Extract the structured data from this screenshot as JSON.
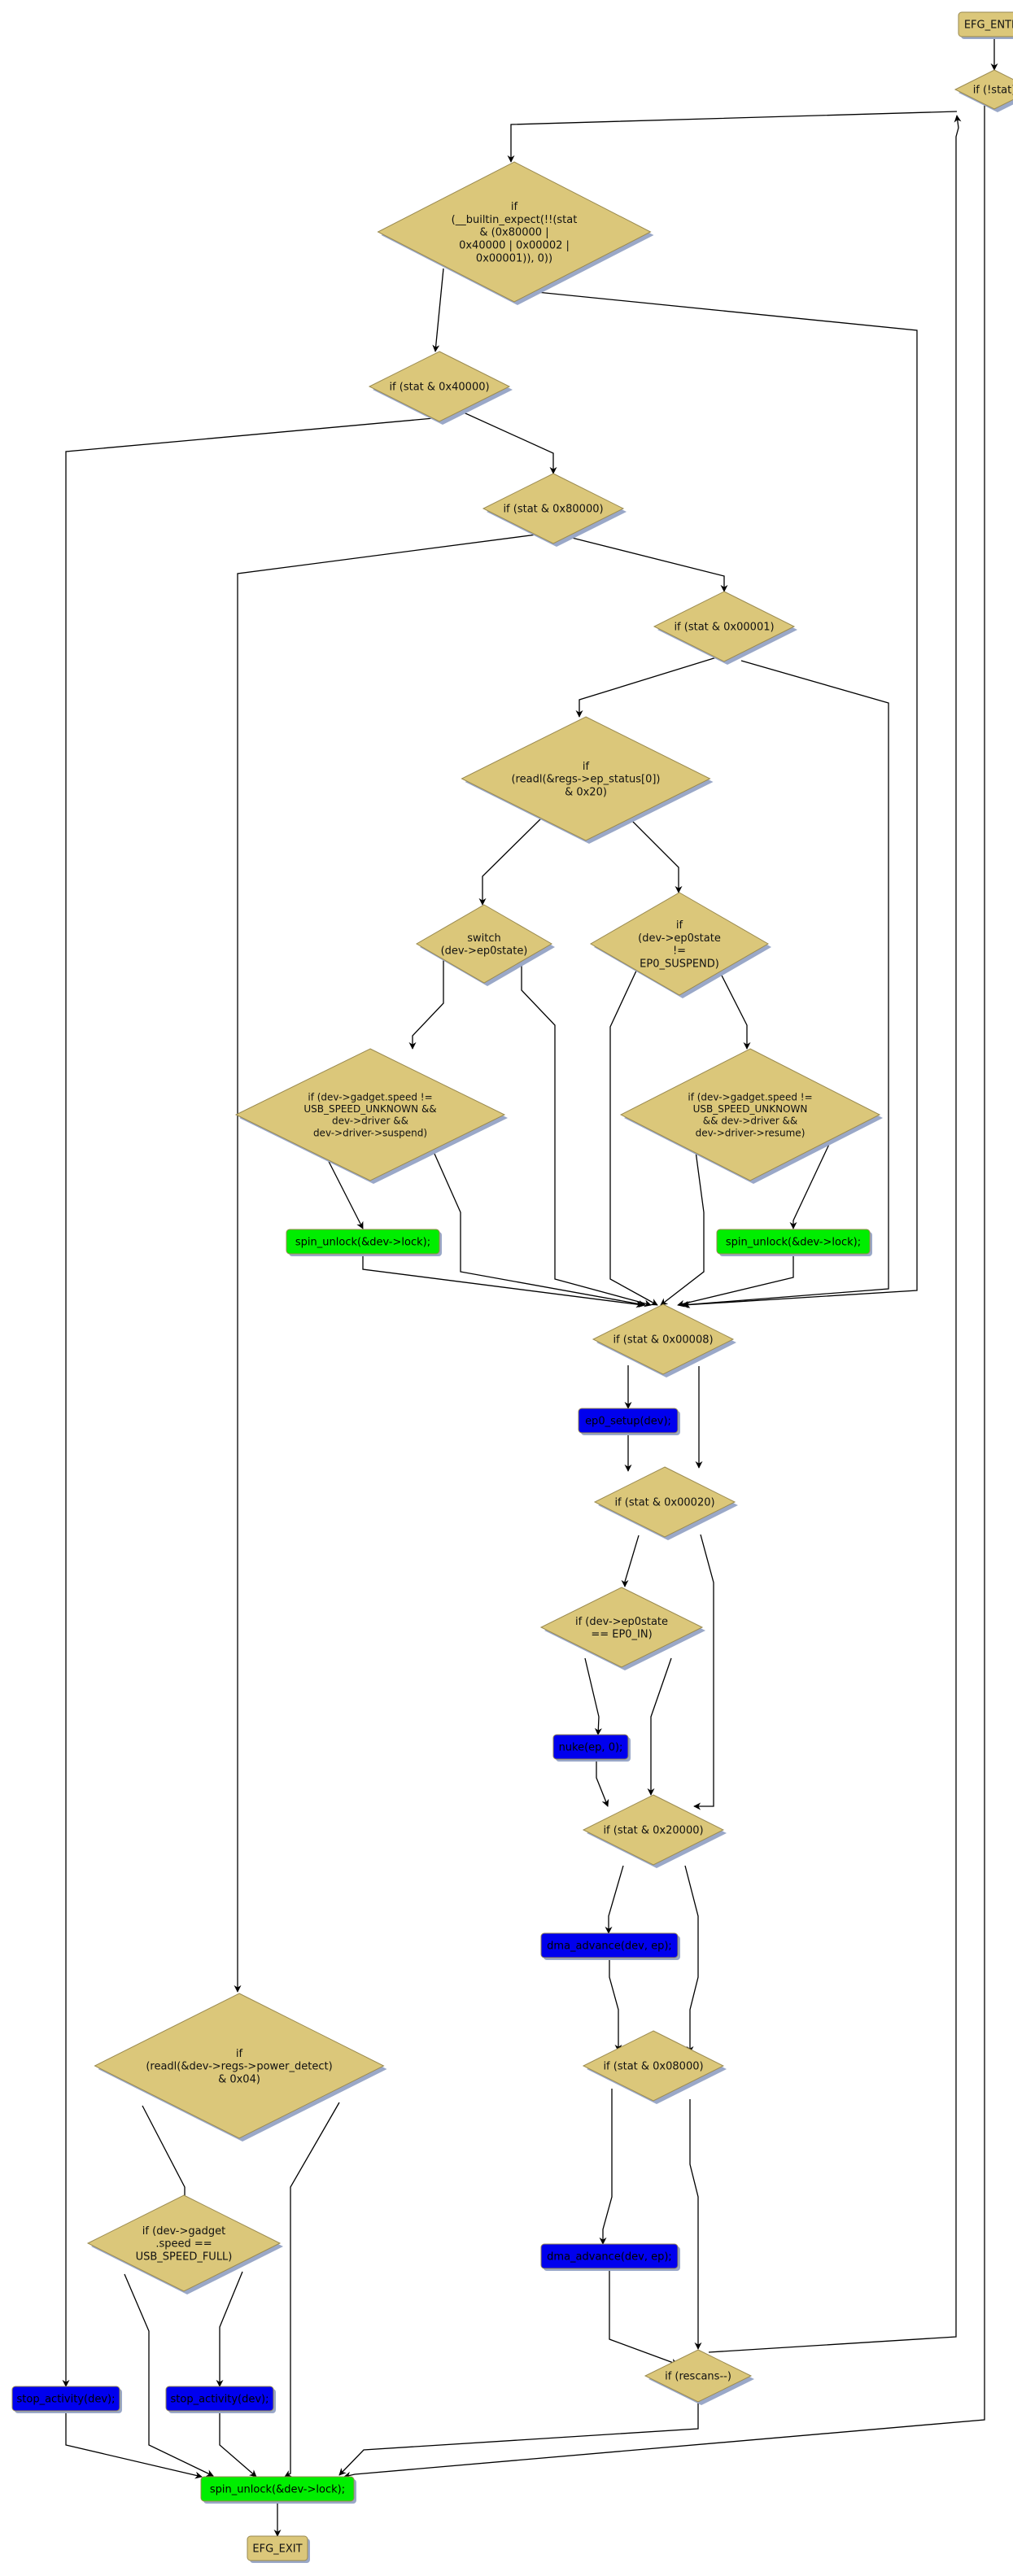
{
  "diagram": {
    "type": "control-flow-graph",
    "colors": {
      "condition": "#dbc77a",
      "terminal": "#dbc77a",
      "lock": "#00ee00",
      "action": "#0000ee",
      "edge": "#000000",
      "shadow": "#9aa8c8",
      "border": "#9a8a50"
    },
    "nodes": [
      {
        "id": "entry",
        "kind": "terminal",
        "lines": [
          "EFG_ENTRY"
        ]
      },
      {
        "id": "not_stat",
        "kind": "condition",
        "lines": [
          "if (!stat)"
        ]
      },
      {
        "id": "builtin_expect",
        "kind": "condition",
        "lines": [
          "if",
          "(__builtin_expect(!!(stat",
          "& (0x80000 |",
          "0x40000 | 0x00002 |",
          "0x00001)), 0))"
        ]
      },
      {
        "id": "stat_40000",
        "kind": "condition",
        "lines": [
          "if (stat & 0x40000)"
        ]
      },
      {
        "id": "stat_80000",
        "kind": "condition",
        "lines": [
          "if (stat & 0x80000)"
        ]
      },
      {
        "id": "stat_00001",
        "kind": "condition",
        "lines": [
          "if (stat & 0x00001)"
        ]
      },
      {
        "id": "ep_status",
        "kind": "condition",
        "lines": [
          "if",
          "(readl(&regs->ep_status[0])",
          "& 0x20)"
        ]
      },
      {
        "id": "switch_ep0",
        "kind": "condition",
        "lines": [
          "switch",
          "(dev->ep0state)"
        ]
      },
      {
        "id": "ep0_not_suspend",
        "kind": "condition",
        "lines": [
          "if",
          "(dev->ep0state",
          "!=",
          "EP0_SUSPEND)"
        ]
      },
      {
        "id": "speed_suspend",
        "kind": "condition",
        "lines": [
          "if (dev->gadget.speed !=",
          "USB_SPEED_UNKNOWN &&",
          "dev->driver &&",
          "dev->driver->suspend)"
        ]
      },
      {
        "id": "speed_resume",
        "kind": "condition",
        "lines": [
          "if (dev->gadget.speed !=",
          "USB_SPEED_UNKNOWN",
          "&& dev->driver &&",
          "dev->driver->resume)"
        ]
      },
      {
        "id": "unlock_suspend",
        "kind": "lock",
        "lines": [
          "spin_unlock(&dev->lock);"
        ]
      },
      {
        "id": "unlock_resume",
        "kind": "lock",
        "lines": [
          "spin_unlock(&dev->lock);"
        ]
      },
      {
        "id": "stat_00008",
        "kind": "condition",
        "lines": [
          "if (stat & 0x00008)"
        ]
      },
      {
        "id": "ep0_setup",
        "kind": "action",
        "lines": [
          "ep0_setup(dev);"
        ]
      },
      {
        "id": "stat_00020",
        "kind": "condition",
        "lines": [
          "if (stat & 0x00020)"
        ]
      },
      {
        "id": "ep0_in",
        "kind": "condition",
        "lines": [
          "if (dev->ep0state",
          "== EP0_IN)"
        ]
      },
      {
        "id": "nuke",
        "kind": "action",
        "lines": [
          "nuke(ep, 0);"
        ]
      },
      {
        "id": "stat_20000",
        "kind": "condition",
        "lines": [
          "if (stat & 0x20000)"
        ]
      },
      {
        "id": "dma_advance_1",
        "kind": "action",
        "lines": [
          "dma_advance(dev, ep);"
        ]
      },
      {
        "id": "stat_08000",
        "kind": "condition",
        "lines": [
          "if (stat & 0x08000)"
        ]
      },
      {
        "id": "dma_advance_2",
        "kind": "action",
        "lines": [
          "dma_advance(dev, ep);"
        ]
      },
      {
        "id": "rescans",
        "kind": "condition",
        "lines": [
          "if (rescans--)"
        ]
      },
      {
        "id": "power_detect",
        "kind": "condition",
        "lines": [
          "if",
          "(readl(&dev->regs->power_detect)",
          "& 0x04)"
        ]
      },
      {
        "id": "speed_full",
        "kind": "condition",
        "lines": [
          "if (dev->gadget",
          ".speed ==",
          "USB_SPEED_FULL)"
        ]
      },
      {
        "id": "stop_activity_1",
        "kind": "action",
        "lines": [
          "stop_activity(dev);"
        ]
      },
      {
        "id": "stop_activity_2",
        "kind": "action",
        "lines": [
          "stop_activity(dev);"
        ]
      },
      {
        "id": "unlock_final",
        "kind": "lock",
        "lines": [
          "spin_unlock(&dev->lock);"
        ]
      },
      {
        "id": "exit",
        "kind": "terminal",
        "lines": [
          "EFG_EXIT"
        ]
      }
    ],
    "edges": [
      {
        "from": "entry",
        "to": "not_stat"
      },
      {
        "from": "not_stat",
        "to": "builtin_expect"
      },
      {
        "from": "not_stat",
        "to": "unlock_final"
      },
      {
        "from": "builtin_expect",
        "to": "stat_40000"
      },
      {
        "from": "builtin_expect",
        "to": "stat_00008"
      },
      {
        "from": "stat_40000",
        "to": "stop_activity_1"
      },
      {
        "from": "stat_40000",
        "to": "stat_80000"
      },
      {
        "from": "stat_80000",
        "to": "power_detect"
      },
      {
        "from": "stat_80000",
        "to": "stat_00001"
      },
      {
        "from": "stat_00001",
        "to": "ep_status"
      },
      {
        "from": "stat_00001",
        "to": "stat_00008"
      },
      {
        "from": "ep_status",
        "to": "switch_ep0"
      },
      {
        "from": "ep_status",
        "to": "ep0_not_suspend"
      },
      {
        "from": "switch_ep0",
        "to": "speed_suspend"
      },
      {
        "from": "switch_ep0",
        "to": "stat_00008"
      },
      {
        "from": "ep0_not_suspend",
        "to": "stat_00008"
      },
      {
        "from": "ep0_not_suspend",
        "to": "speed_resume"
      },
      {
        "from": "speed_suspend",
        "to": "unlock_suspend"
      },
      {
        "from": "speed_suspend",
        "to": "stat_00008"
      },
      {
        "from": "speed_resume",
        "to": "stat_00008"
      },
      {
        "from": "speed_resume",
        "to": "unlock_resume"
      },
      {
        "from": "unlock_suspend",
        "to": "stat_00008"
      },
      {
        "from": "unlock_resume",
        "to": "stat_00008"
      },
      {
        "from": "stat_00008",
        "to": "ep0_setup"
      },
      {
        "from": "stat_00008",
        "to": "stat_00020"
      },
      {
        "from": "ep0_setup",
        "to": "stat_00020"
      },
      {
        "from": "stat_00020",
        "to": "ep0_in"
      },
      {
        "from": "stat_00020",
        "to": "stat_20000"
      },
      {
        "from": "ep0_in",
        "to": "nuke"
      },
      {
        "from": "ep0_in",
        "to": "stat_20000"
      },
      {
        "from": "nuke",
        "to": "stat_20000"
      },
      {
        "from": "stat_20000",
        "to": "dma_advance_1"
      },
      {
        "from": "stat_20000",
        "to": "stat_08000"
      },
      {
        "from": "dma_advance_1",
        "to": "stat_08000"
      },
      {
        "from": "stat_08000",
        "to": "dma_advance_2"
      },
      {
        "from": "stat_08000",
        "to": "rescans"
      },
      {
        "from": "dma_advance_2",
        "to": "rescans"
      },
      {
        "from": "rescans",
        "to": "not_stat"
      },
      {
        "from": "rescans",
        "to": "unlock_final"
      },
      {
        "from": "power_detect",
        "to": "speed_full"
      },
      {
        "from": "power_detect",
        "to": "unlock_final"
      },
      {
        "from": "speed_full",
        "to": "unlock_final"
      },
      {
        "from": "speed_full",
        "to": "stop_activity_2"
      },
      {
        "from": "stop_activity_1",
        "to": "unlock_final"
      },
      {
        "from": "stop_activity_2",
        "to": "unlock_final"
      },
      {
        "from": "unlock_final",
        "to": "exit"
      }
    ]
  }
}
